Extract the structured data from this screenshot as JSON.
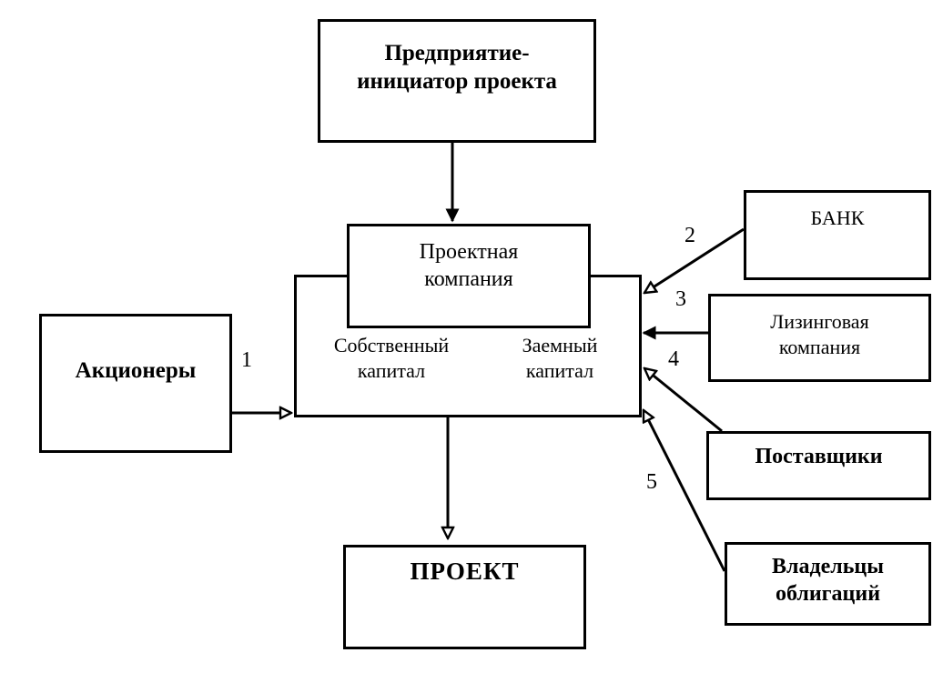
{
  "nodes": {
    "initiator": "Предприятие-\nинициатор проекта",
    "project_company": "Проектная\nкомпания",
    "own_capital": "Собственный\nкапитал",
    "debt_capital": "Заемный\nкапитал",
    "shareholders": "Акционеры",
    "bank": "БАНК",
    "leasing": "Лизинговая\nкомпания",
    "suppliers": "Поставщики",
    "bondholders": "Владельцы\nоблигаций",
    "project": "ПРОЕКТ"
  },
  "flow_numbers": [
    "1",
    "2",
    "3",
    "4",
    "5"
  ]
}
